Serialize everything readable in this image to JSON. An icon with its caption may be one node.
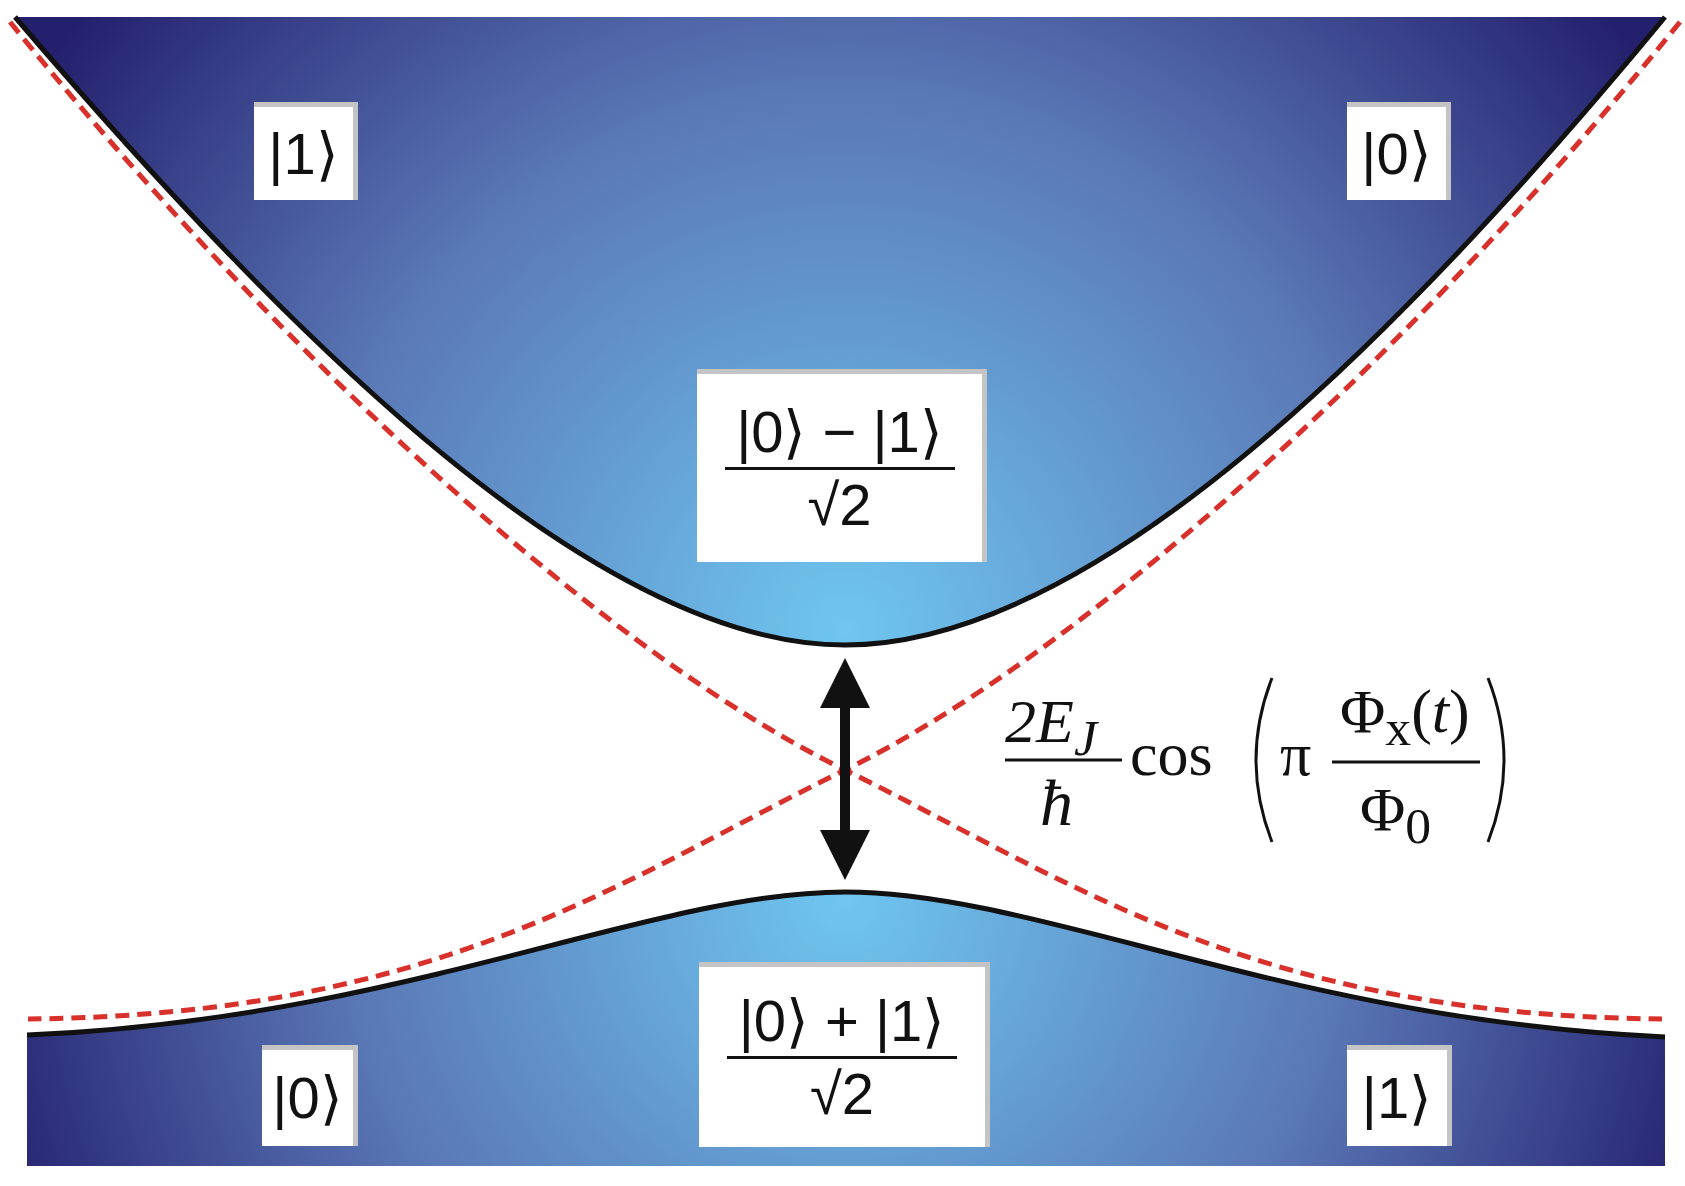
{
  "diagram": {
    "nodes": [
      {
        "text": [
          "|1⟩"
        ]
      },
      {
        "text": [
          "|0⟩"
        ]
      },
      {
        "text": [
          "|0⟩ − |1⟩",
          "√2"
        ]
      },
      {
        "text": [
          "|0⟩"
        ]
      },
      {
        "text": [
          "|0⟩ + |1⟩",
          "√2"
        ]
      },
      {
        "text": [
          "|1⟩"
        ]
      }
    ],
    "labels": [
      "2E$_{J}$",
      "ħ",
      "cos",
      "π",
      "Φ$_{x}$(*t*)",
      "Φ$_{0}$"
    ]
  }
}
